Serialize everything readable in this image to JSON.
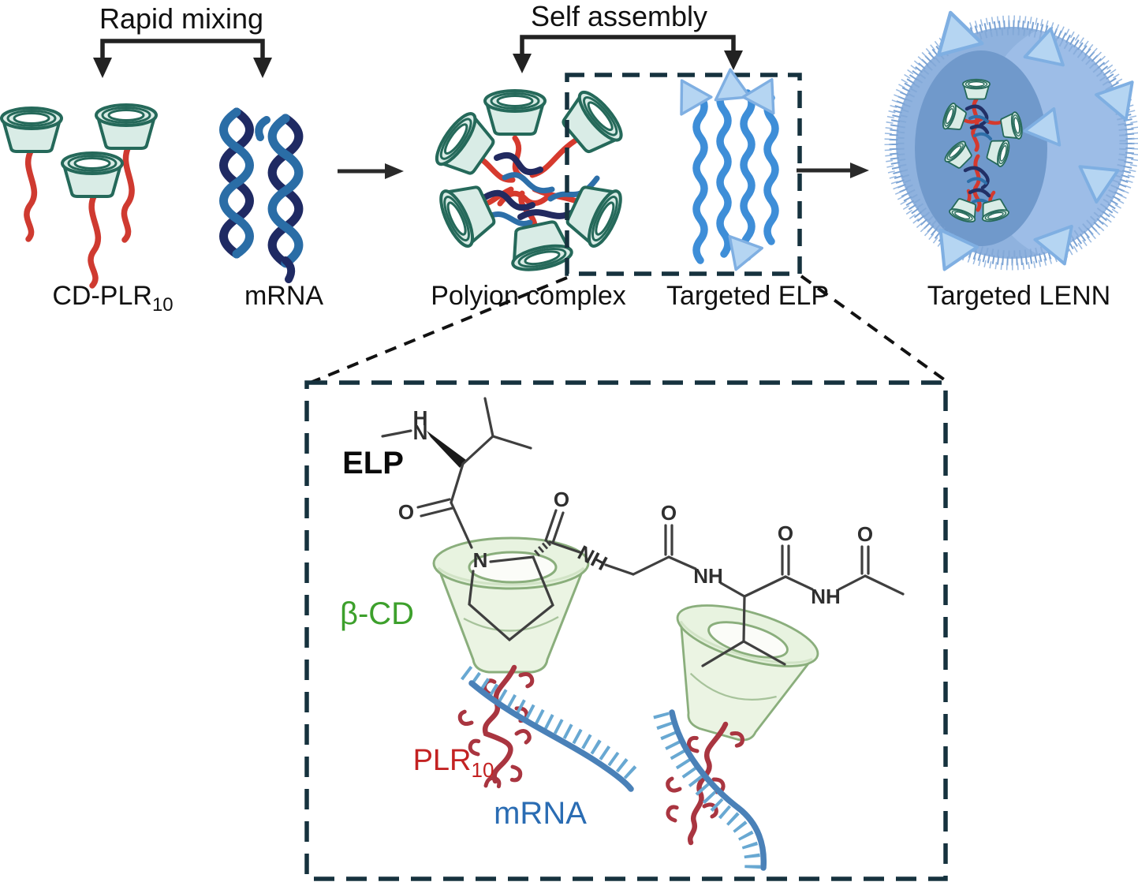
{
  "header": {
    "rapid_mixing": "Rapid mixing",
    "self_assembly": "Self assembly"
  },
  "stages": {
    "cd_plr": {
      "label": "CD-PLR",
      "label_sub": "10"
    },
    "mrna": {
      "label": "mRNA"
    },
    "polyion": {
      "label": "Polyion complex"
    },
    "targeted_elp": {
      "label": "Targeted ELP"
    },
    "targeted_lenn": {
      "label": "Targeted LENN"
    }
  },
  "inset": {
    "elp_label": "ELP",
    "beta_cd_label": "β-CD",
    "plr_label": "PLR",
    "plr_sub": "10",
    "mrna_label": "mRNA",
    "atoms": {
      "h": "H",
      "n": "N",
      "o": "O",
      "nh": "NH"
    }
  },
  "colors": {
    "cup_fill": "#d9ece6",
    "cup_stroke": "#25695a",
    "red_polymer": "#cf3a30",
    "navy_helix": "#1f2a63",
    "steel_helix": "#2a6da6",
    "elp_strand": "#3e8ed8",
    "triangle_fill": "#b5d5f2",
    "triangle_stroke": "#7fafe2",
    "sphere_base": "#8fb2de",
    "sphere_dark": "#7099cb",
    "sphere_light": "#9dbde7",
    "dashed_box": "#16323e",
    "cone_green_stroke": "#8aae7c",
    "cone_green_fill": "#e4f0dc",
    "plr_dark_red": "#a93540",
    "mrna_backbone": "#4a81b8",
    "mrna_teeth": "#68a8d2",
    "green_label": "#3da02c",
    "red_label": "#c32222",
    "blue_label": "#2a6cb3",
    "arrow": "#2a2a2a"
  }
}
